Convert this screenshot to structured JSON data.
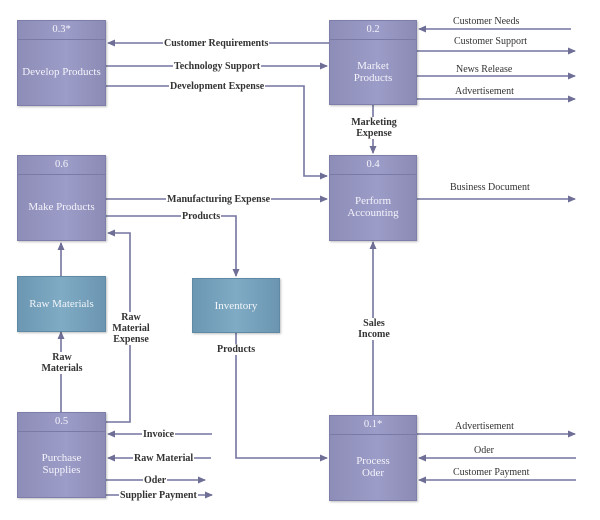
{
  "colors": {
    "process_fill": "#9696c2",
    "store_fill": "#78a2bd",
    "line": "#6e6e96",
    "text_dark": "#333333",
    "text_light": "#f4f4fb"
  },
  "processes": {
    "develop": {
      "id": "0.3*",
      "name": "Develop Products"
    },
    "market": {
      "id": "0.2",
      "name": "Market Products"
    },
    "accounting": {
      "id": "0.4",
      "name": "Perform Accounting"
    },
    "make": {
      "id": "0.6",
      "name": "Make Products"
    },
    "purchase": {
      "id": "0.5",
      "name": "Purchase Supplies"
    },
    "order": {
      "id": "0.1*",
      "name": "Process Oder"
    }
  },
  "stores": {
    "raw_materials": "Raw Materials",
    "inventory": "Inventory"
  },
  "flows": {
    "customer_requirements": "Customer Requirements",
    "technology_support": "Technology Support",
    "development_expense": "Development Expense",
    "customer_needs": "Customer Needs",
    "customer_support": "Customer Support",
    "news_release": "News Release",
    "advertisement_market": "Advertisement",
    "marketing_expense_1": "Marketing",
    "marketing_expense_2": "Expense",
    "business_document": "Business Document",
    "manufacturing_expense": "Manufacturing Expense",
    "products_make": "Products",
    "raw_material_expense_1": "Raw",
    "raw_material_expense_2": "Material",
    "raw_material_expense_3": "Expense",
    "raw_materials_flow_1": "Raw",
    "raw_materials_flow_2": "Materials",
    "products_inventory": "Products",
    "sales_income_1": "Sales",
    "sales_income_2": "Income",
    "invoice": "Invoice",
    "raw_material": "Raw Material",
    "oder_purchase": "Oder",
    "supplier_payment": "Supplier Payment",
    "advertisement_order": "Advertisement",
    "oder_order": "Oder",
    "customer_payment": "Customer Payment"
  }
}
